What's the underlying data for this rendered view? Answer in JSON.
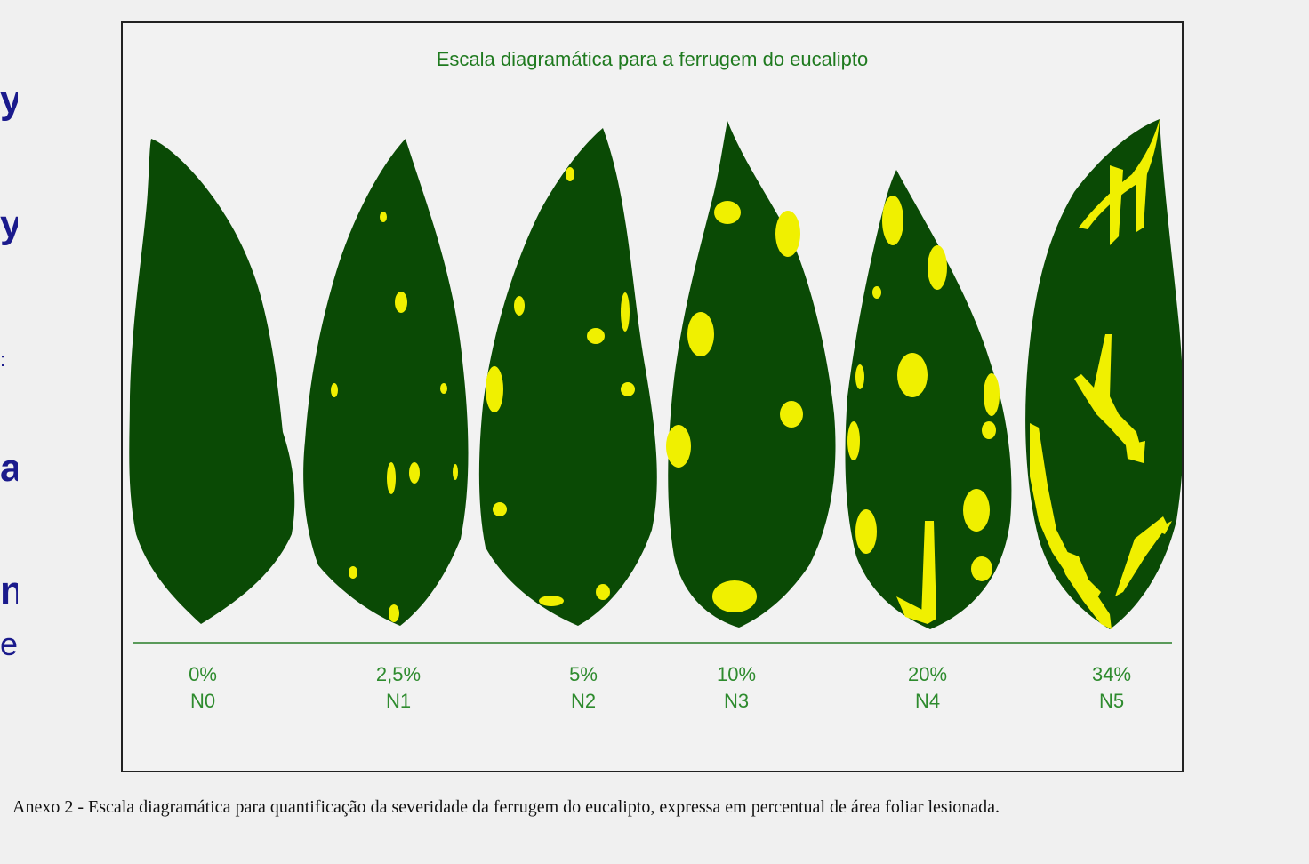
{
  "left_margin_fragments": [
    "y",
    "y",
    ":",
    "a",
    "n",
    "e"
  ],
  "figure": {
    "title": "Escala diagramática para a ferrugem do eucalipto",
    "colors": {
      "leaf": "#0a4a05",
      "lesion": "#f0f000",
      "title": "#1f7a1f",
      "labels": "#2e8b2e",
      "baseline": "#5a9a5a"
    },
    "levels": [
      {
        "percent": "0%",
        "code": "N0"
      },
      {
        "percent": "2,5%",
        "code": "N1"
      },
      {
        "percent": "5%",
        "code": "N2"
      },
      {
        "percent": "10%",
        "code": "N3"
      },
      {
        "percent": "20%",
        "code": "N4"
      },
      {
        "percent": "34%",
        "code": "N5"
      }
    ]
  },
  "caption": "Anexo 2 - Escala diagramática para quantificação da severidade da ferrugem do eucalipto, expressa em percentual de área foliar lesionada."
}
